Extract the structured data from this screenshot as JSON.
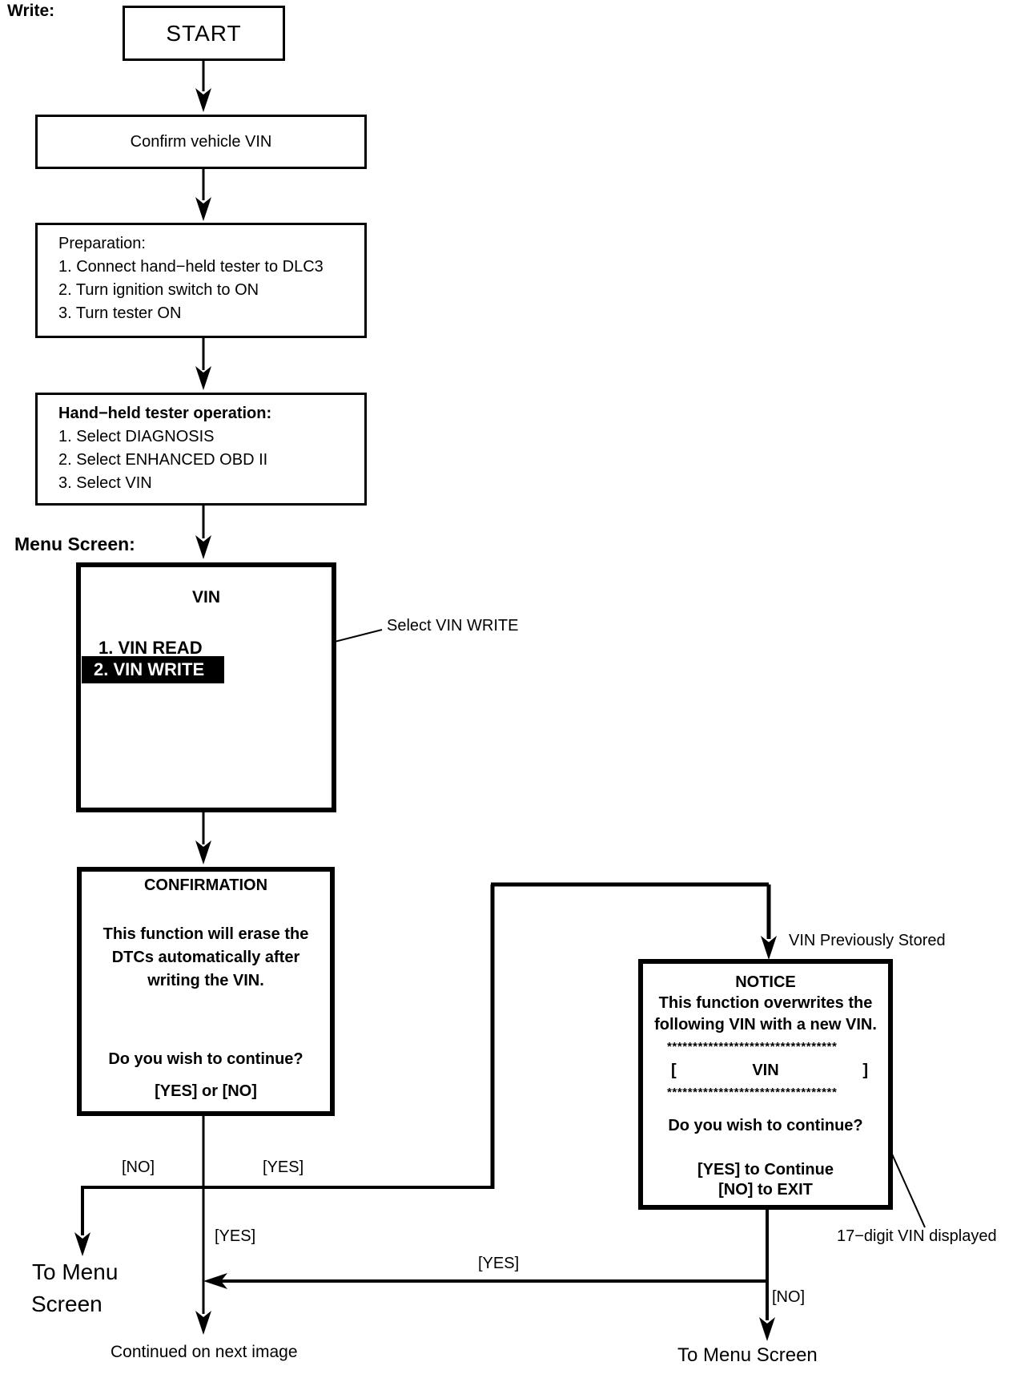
{
  "page": {
    "write_label": "Write:",
    "menu_screen_label": "Menu Screen:"
  },
  "flow": {
    "start": {
      "title": "START"
    },
    "confirm_vin": {
      "text": "Confirm vehicle VIN"
    },
    "preparation": {
      "title": "Preparation:",
      "items": [
        "1. Connect hand−held tester to DLC3",
        "2. Turn ignition switch to ON",
        "3. Turn tester ON"
      ]
    },
    "tester_operation": {
      "title": "Hand−held tester operation:",
      "items": [
        "1. Select DIAGNOSIS",
        "2. Select ENHANCED OBD II",
        "3. Select VIN"
      ]
    },
    "vin_menu": {
      "title": "VIN",
      "item_read": "1. VIN READ",
      "item_write": "2. VIN WRITE",
      "callout": "Select VIN WRITE"
    },
    "confirmation": {
      "title": "CONFIRMATION",
      "body": [
        "This function will erase the",
        "DTCs automatically after",
        "writing the VIN."
      ],
      "question": "Do you wish to continue?",
      "options": "[YES] or [NO]"
    },
    "notice": {
      "entry_note": "VIN Previously Stored",
      "title": "NOTICE",
      "body": [
        "This function overwrites the",
        "following VIN with a new VIN."
      ],
      "asterisk_row": "*********************************",
      "bracket_open": "[",
      "vin_label": "VIN",
      "bracket_close": "]",
      "question": "Do you wish to continue?",
      "yes_line": "[YES] to Continue",
      "no_line": "[NO] to EXIT",
      "footnote": "17−digit VIN displayed"
    }
  },
  "edges": {
    "confirm_no": "[NO]",
    "confirm_yes": "[YES]",
    "continue_yes": "[YES]",
    "notice_yes": "[YES]",
    "notice_no": "[NO]"
  },
  "endpoints": {
    "to_menu_line1": "To Menu",
    "to_menu_line2": "Screen",
    "to_menu_screen": "To Menu Screen",
    "continued": "Continued on next image"
  },
  "colors": {
    "ink": "#000000",
    "paper": "#ffffff",
    "highlight_bg": "#000000",
    "highlight_text": "#ffffff"
  }
}
